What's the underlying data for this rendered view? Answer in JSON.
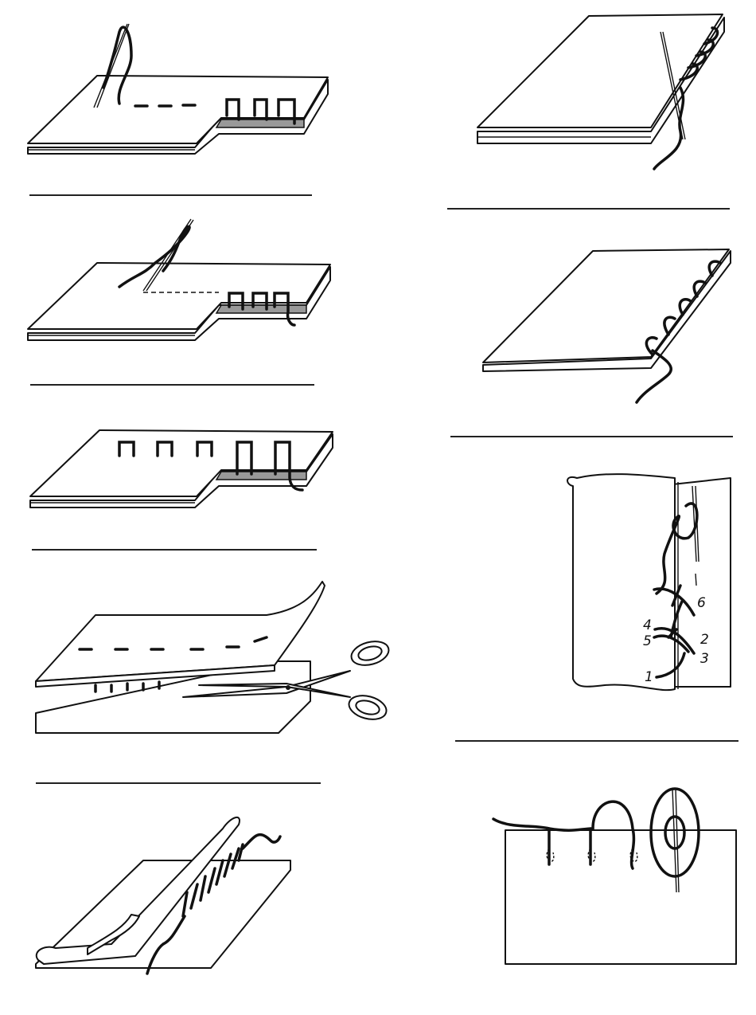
{
  "figure": {
    "cross_stitch_labels": [
      "1",
      "2",
      "3",
      "4",
      "5",
      "6"
    ],
    "line_color": "#111111",
    "background": "#ffffff"
  }
}
